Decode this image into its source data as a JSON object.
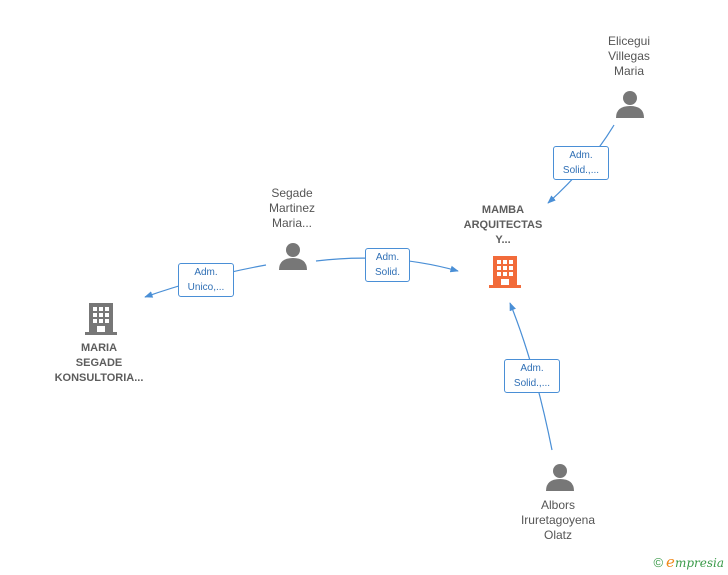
{
  "nodes": {
    "mamba": {
      "lines": [
        "MAMBA",
        "ARQUITECTAS",
        "Y..."
      ],
      "kind": "company",
      "color": "#f26b3a"
    },
    "maria_segade_konsultoria": {
      "lines": [
        "MARIA",
        "SEGADE",
        "KONSULTORIA..."
      ],
      "kind": "company",
      "color": "#777777"
    },
    "segade_martinez": {
      "lines": [
        "Segade",
        "Martinez",
        "Maria..."
      ],
      "kind": "person",
      "color": "#777777"
    },
    "elicegui_villegas": {
      "lines": [
        "Elicegui",
        "Villegas",
        "Maria"
      ],
      "kind": "person",
      "color": "#777777"
    },
    "albors_iruretagoyena": {
      "lines": [
        "Albors",
        "Iruretagoyena",
        "Olatz"
      ],
      "kind": "person",
      "color": "#777777"
    }
  },
  "relations": {
    "segade_to_konsultoria": {
      "lines": [
        "Adm.",
        "Unico,..."
      ]
    },
    "segade_to_mamba": {
      "lines": [
        "Adm.",
        "Solid."
      ]
    },
    "elicegui_to_mamba": {
      "lines": [
        "Adm.",
        "Solid.,..."
      ]
    },
    "albors_to_mamba": {
      "lines": [
        "Adm.",
        "Solid.,..."
      ]
    }
  },
  "colors": {
    "edge": "#4a8fd6",
    "person_icon": "#777777",
    "company_main": "#f26b3a",
    "company_other": "#777777"
  },
  "footer": {
    "copyright": "©",
    "brand_initial": "e",
    "brand_rest": "mpresia"
  }
}
